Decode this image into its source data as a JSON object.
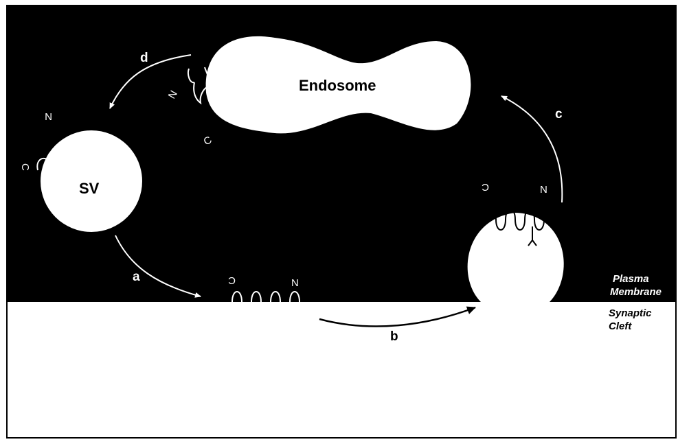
{
  "compartments": {
    "endosome": "Endosome",
    "synaptic_vesicle": "SV"
  },
  "steps": {
    "a": "a",
    "b": "b",
    "c": "c",
    "d": "d"
  },
  "termini": {
    "n": "N",
    "c": "C"
  },
  "regions": {
    "plasma_membrane_line1": "Plasma",
    "plasma_membrane_line2": "Membrane",
    "synaptic_cleft_line1": "Synaptic",
    "synaptic_cleft_line2": "Cleft"
  },
  "colors": {
    "cytoplasm": "#000000",
    "cleft": "#ffffff",
    "membrane": "#ffffff",
    "arrow_dark": "#000000",
    "arrow_light": "#ffffff"
  }
}
